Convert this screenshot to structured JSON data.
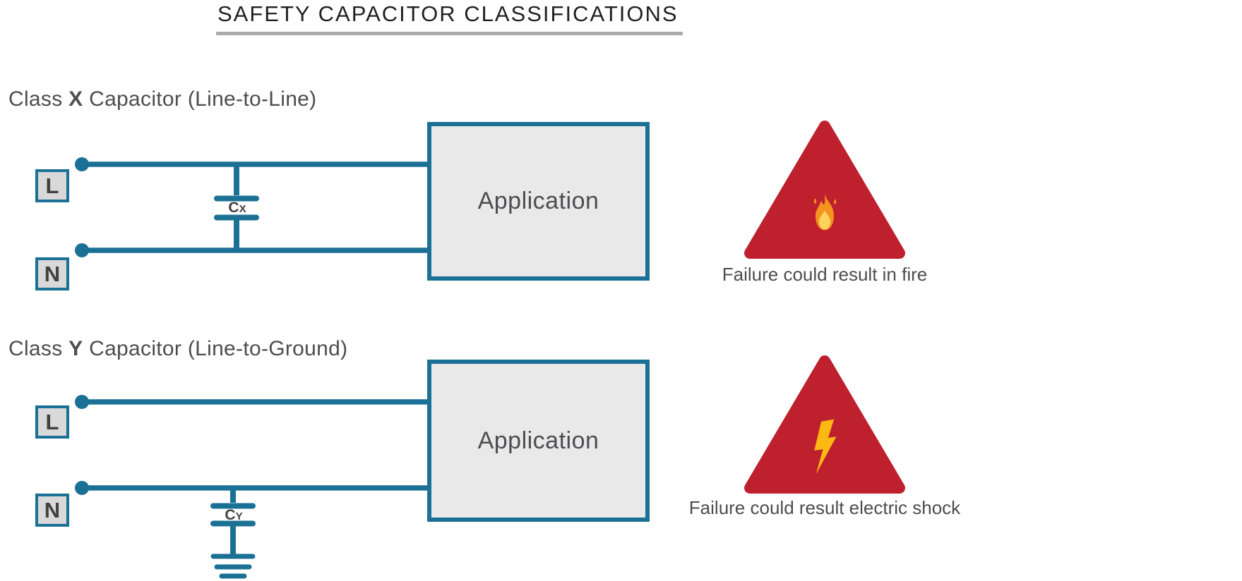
{
  "title": "SAFETY CAPACITOR CLASSIFICATIONS",
  "sections": [
    {
      "id": "class-x",
      "heading": {
        "prefix": "Class ",
        "letter": "X",
        "suffix": " Capacitor (Line-to-Line)"
      },
      "terminal_line": "L",
      "terminal_neutral": "N",
      "capacitor": {
        "symbol": "C",
        "subscript": "X"
      },
      "application": "Application",
      "warning": {
        "icon": "flame-icon",
        "caption": "Failure could result in fire"
      }
    },
    {
      "id": "class-y",
      "heading": {
        "prefix": "Class ",
        "letter": "Y",
        "suffix": " Capacitor (Line-to-Ground)"
      },
      "terminal_line": "L",
      "terminal_neutral": "N",
      "capacitor": {
        "symbol": "C",
        "subscript": "Y"
      },
      "application": "Application",
      "warning": {
        "icon": "lightning-icon",
        "caption": "Failure could result electric shock"
      }
    }
  ],
  "colors": {
    "circuit_blue": "#1B7195",
    "warning_red": "#BE202E",
    "application_fill": "#E9E9EA",
    "terminal_fill": "#D9D9D9",
    "text_dark": "#4D4D4F",
    "label_dark": "#414042",
    "title_text": "#231F20",
    "title_underline": "#A8AAAD",
    "flame_orange": "#F6921E",
    "flame_yellow": "#FFD45C",
    "bolt_gold": "#FDB913"
  }
}
